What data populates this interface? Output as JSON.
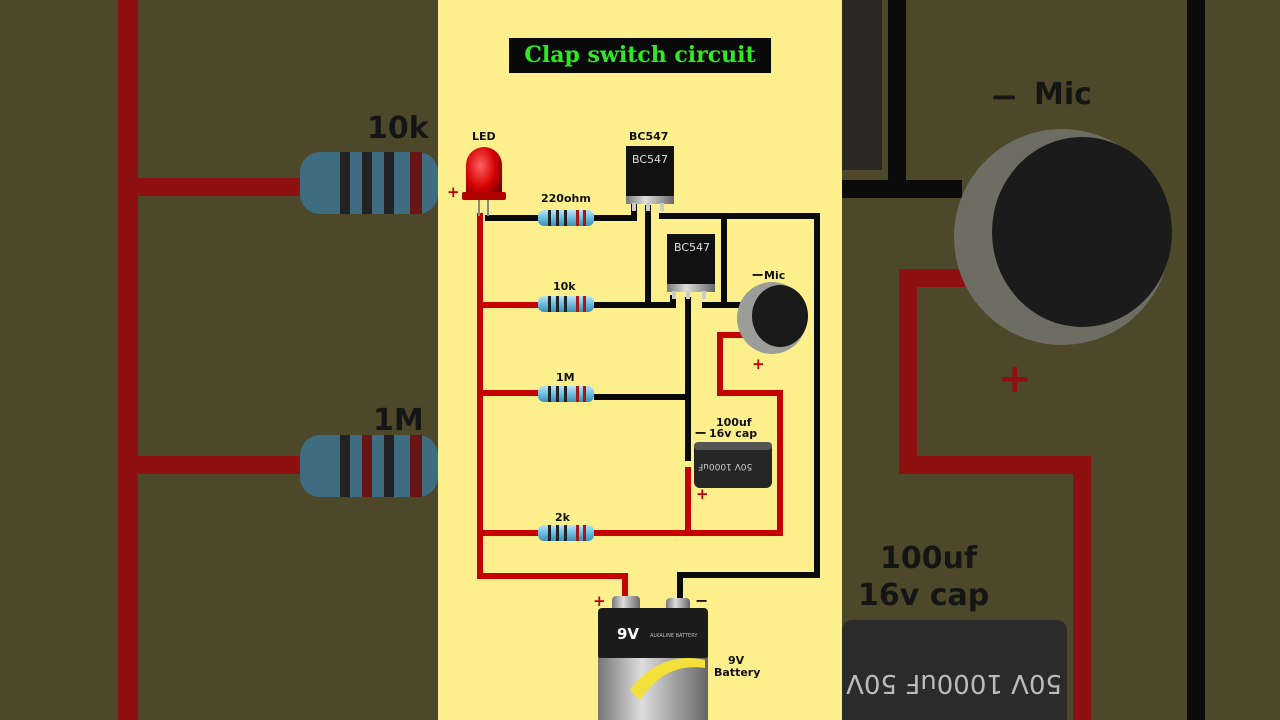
{
  "title": "Clap switch circuit",
  "colors": {
    "background_center": "#fdef8c",
    "background_sides": "#4d482a",
    "title_bg": "#0a0a0a",
    "title_text": "#2ee823",
    "positive_wire": "#c40000",
    "negative_wire": "#0a0a0a"
  },
  "components": {
    "led": "LED",
    "transistor1": "BC547",
    "transistor2": "BC547",
    "transistor_marking": "BC547",
    "resistor_220": "220ohm",
    "resistor_10k": "10k",
    "resistor_1m": "1M",
    "resistor_2k": "2k",
    "mic": "Mic",
    "capacitor_line1": "100uf",
    "capacitor_line2": "16v cap",
    "capacitor_marking": "50V 1000uF",
    "battery_line1": "9V",
    "battery_line2": "Battery",
    "battery_marking": "9V",
    "battery_type": "ALKALINE BATTERY"
  },
  "polarity": {
    "plus": "+",
    "minus": "−"
  },
  "side_zoom": {
    "left_labels": [
      "10k",
      "1M"
    ],
    "right_mic": "Mic",
    "right_cap_line1": "100uf",
    "right_cap_line2": "16v cap",
    "right_cap_marking": "50V 1000uF"
  }
}
